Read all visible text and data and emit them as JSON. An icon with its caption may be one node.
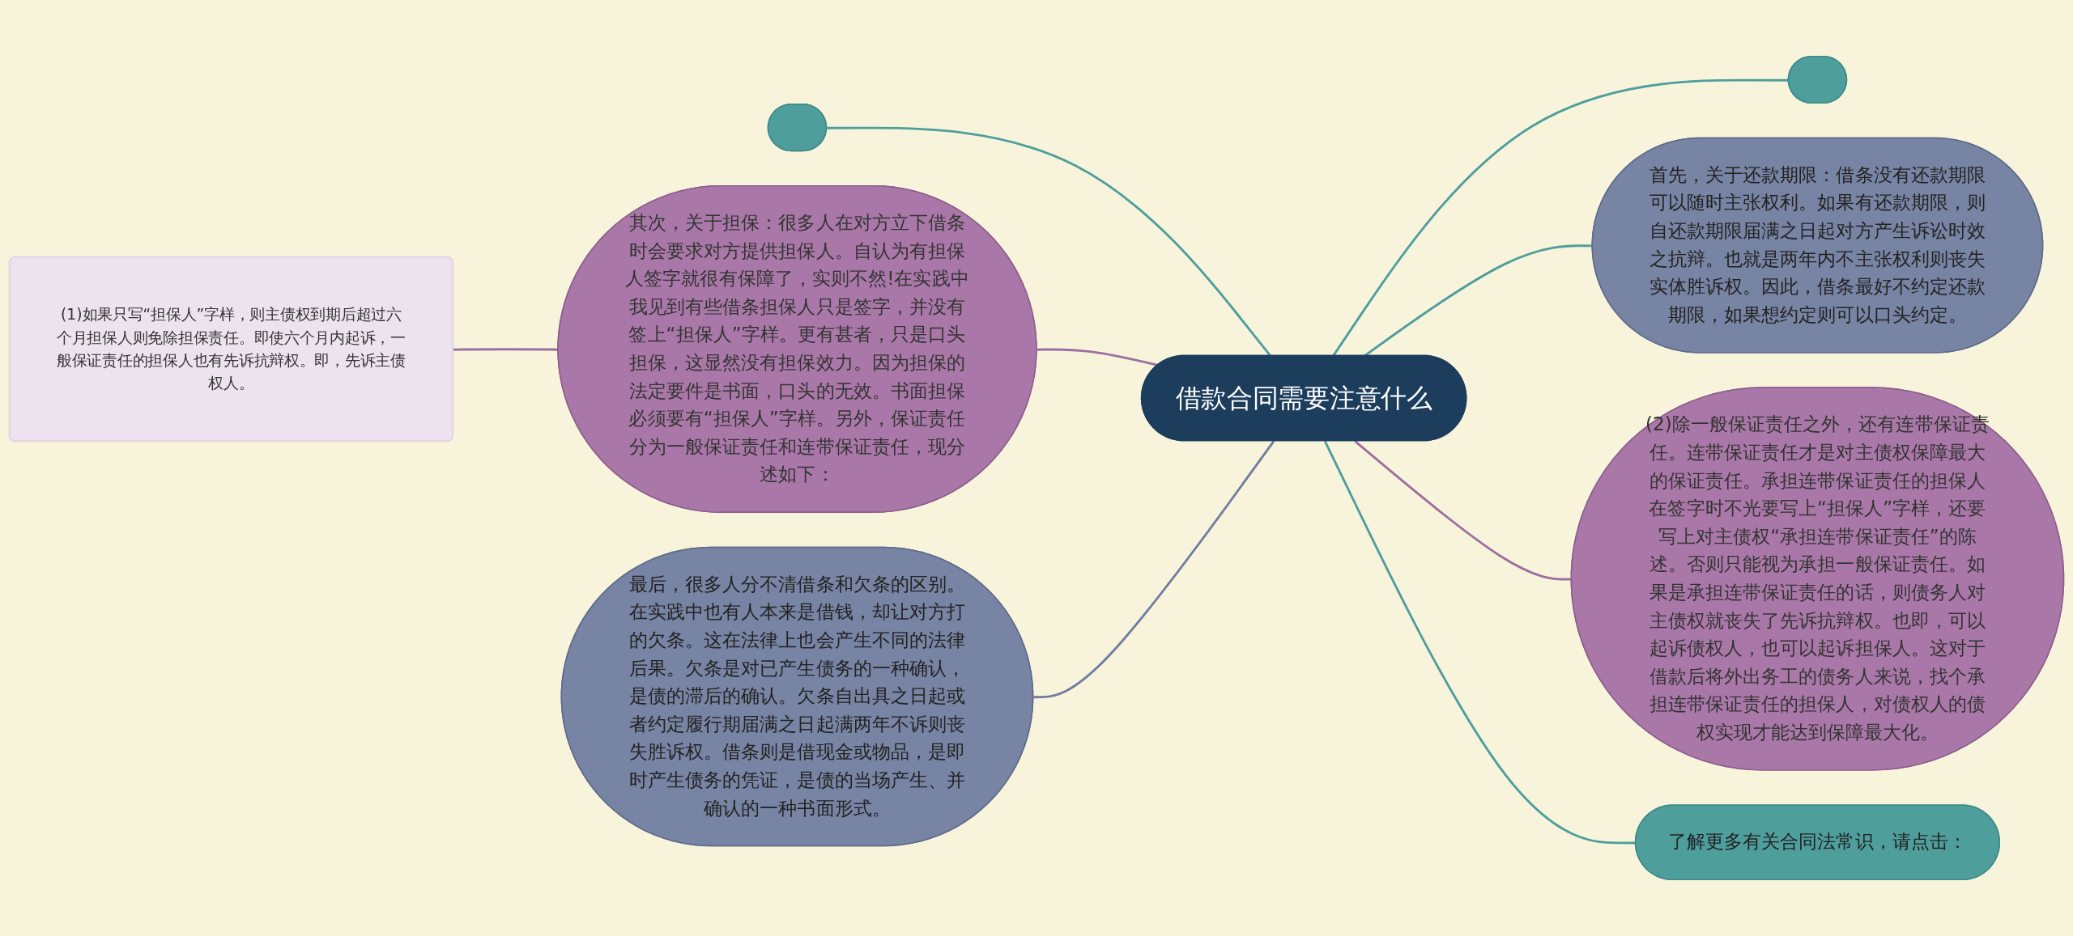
{
  "diagram": {
    "nodes": [
      {
        "text": [
          "借款合同需要注意什么"
        ]
      },
      {
        "text": [],
        "shape": "box"
      },
      {
        "text": [
          "其次，关于担保：很多人在对方立下借条时会要求对方提供担保人。自认为有担保人签字就很有保障了，实则不然!在实践中我见到有些借条担保人只是签字，并没有签上“担保人”字样。更有甚者，只是口头担保，这显然没有担保效力。因为担保的法定要件是书面，口头的无效。书面担保必须要有“担保人”字样。另外，保证责任分为一般保证责任和连带保证责任，现分述如下："
        ]
      },
      {
        "text": [
          "(1)如果只写“担保人”字样，则主债权到期后超过六个月担保人则免除担保责任。即使六个月内起诉，一般保证责任的担保人也有先诉抗辩权。即，先诉主债权人。"
        ]
      },
      {
        "text": [
          "最后，很多人分不清借条和欠条的区别。在实践中也有人本来是借钱，却让对方打的欠条。这在法律上也会产生不同的法律后果。欠条是对已产生债务的一种确认，是债的滞后的确认。欠条自出具之日起或者约定履行期届满之日起满两年不诉则丧失胜诉权。借条则是借现金或物品，是即时产生债务的凭证，是债的当场产生、并确认的一种书面形式。"
        ]
      },
      {
        "text": [],
        "shape": "box"
      },
      {
        "text": [
          "首先，关于还款期限：借条没有还款期限可以随时主张权利。如果有还款期限，则自还款期限届满之日起对方产生诉讼时效之抗辩。也就是两年内不主张权利则丧失实体胜诉权。因此，借条最好不约定还款期限，如果想约定则可以口头约定。"
        ]
      },
      {
        "text": [
          "(2)除一般保证责任之外，还有连带保证责任。连带保证责任才是对主债权保障最大的保证责任。承担连带保证责任的担保人在签字时不光要写上“担保人”字样，还要写上对主债权“承担连带保证责任”的陈述。否则只能视为承担一般保证责任。如果是承担连带保证责任的话，则债务人对主债权就丧失了先诉抗辩权。也即，可以起诉债权人，也可以起诉担保人。这对于借款后将外出务工的债务人来说，找个承担连带保证责任的担保人，对债权人的债权实现才能达到保障最大化。"
        ]
      },
      {
        "text": [
          "了解更多有关合同法常识，请点击："
        ]
      }
    ],
    "edges": [
      {
        "from": 1,
        "to": 0,
        "arrow": "none"
      },
      {
        "from": 2,
        "to": 0,
        "arrow": "none",
        "color": "#9b6fa0"
      },
      {
        "from": 3,
        "to": 2,
        "arrow": "none",
        "color": "#9b6fa0"
      },
      {
        "from": 4,
        "to": 0,
        "arrow": "none",
        "color": "#6f7ca0"
      },
      {
        "from": 0,
        "to": 5,
        "arrow": "none"
      },
      {
        "from": 0,
        "to": 6,
        "arrow": "none"
      },
      {
        "from": 0,
        "to": 7,
        "arrow": "none",
        "color": "#9b6fa0"
      },
      {
        "from": 0,
        "to": 8,
        "arrow": "none"
      }
    ]
  }
}
